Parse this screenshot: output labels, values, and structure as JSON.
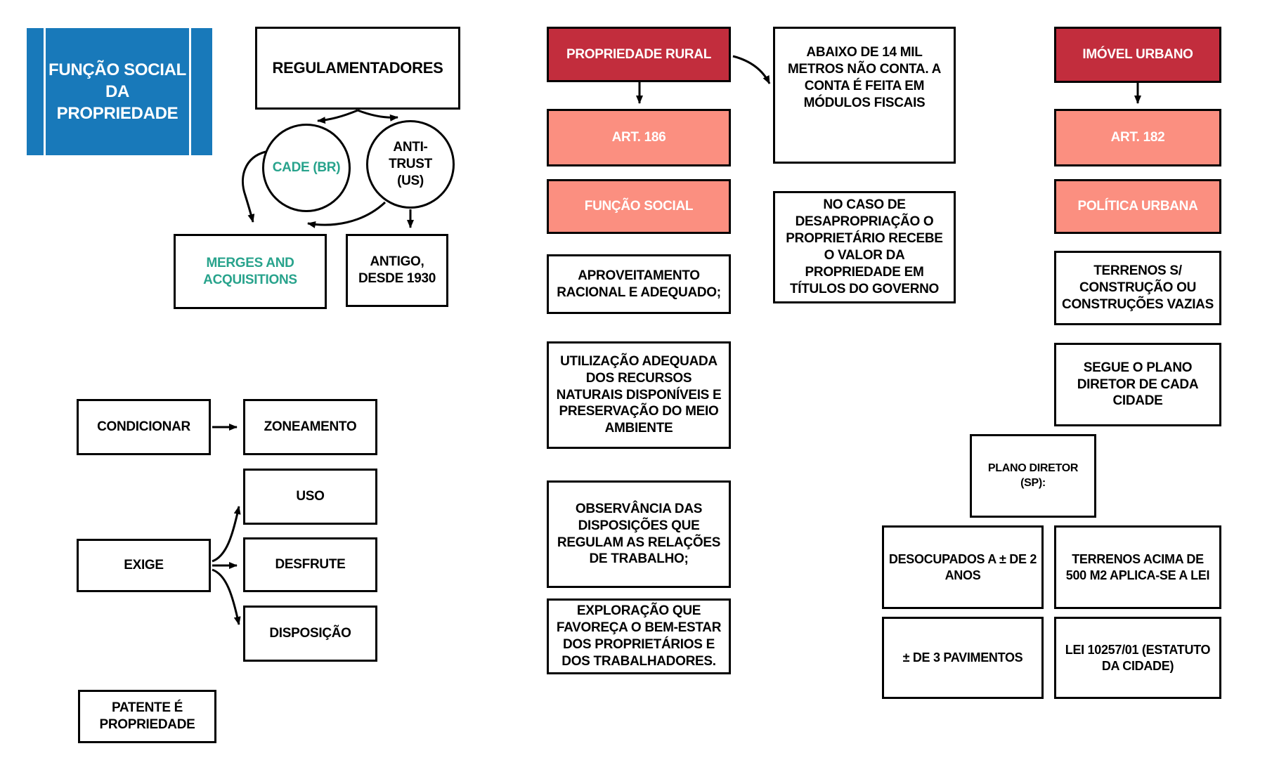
{
  "colors": {
    "blue": "#1879BA",
    "dark_red": "#C22D3D",
    "salmon": "#FB8F80",
    "teal": "#28A38C",
    "black": "#000000"
  },
  "title_card": {
    "label": "FUNÇÃO SOCIAL DA PROPRIEDADE"
  },
  "regulators": {
    "root": "REGULAMENTADORES",
    "cade": "CADE (BR)",
    "antitrust": "ANTI-TRUST (US)",
    "merges": "MERGES AND ACQUISITIONS",
    "antigo": "ANTIGO, DESDE 1930"
  },
  "rural": {
    "title": "PROPRIEDADE RURAL",
    "art": "ART. 186",
    "funcao": "FUNÇÃO SOCIAL",
    "items": [
      "APROVEITAMENTO RACIONAL E ADEQUADO;",
      "UTILIZAÇÃO ADEQUADA DOS RECURSOS NATURAIS DISPONÍVEIS E PRESERVAÇÃO DO MEIO AMBIENTE",
      "OBSERVÂNCIA DAS DISPOSIÇÕES QUE REGULAM AS RELAÇÕES DE TRABALHO;",
      "EXPLORAÇÃO QUE FAVOREÇA O BEM-ESTAR DOS PROPRIETÁRIOS E DOS TRABALHADORES."
    ],
    "note_modulos": "ABAIXO DE 14 MIL METROS NÃO CONTA. A CONTA É FEITA EM MÓDULOS FISCAIS",
    "note_desapropriacao": "NO CASO DE DESAPROPRIAÇÃO O PROPRIETÁRIO RECEBE O VALOR DA PROPRIEDADE EM TÍTULOS DO GOVERNO"
  },
  "urbano": {
    "title": "IMÓVEL URBANO",
    "art": "ART. 182",
    "politica": "POLÍTICA URBANA",
    "terrenos": "TERRENOS S/ CONSTRUÇÃO OU CONSTRUÇÕES VAZIAS",
    "segue": "SEGUE O PLANO DIRETOR DE CADA CIDADE",
    "plano": "PLANO DIRETOR (SP):",
    "grid": [
      "DESOCUPADOS A ± DE 2 ANOS",
      "TERRENOS ACIMA DE 500 M2 APLICA-SE A LEI",
      "± DE 3 PAVIMENTOS",
      "LEI 10257/01 (ESTATUTO DA CIDADE)"
    ]
  },
  "poder": {
    "condicionar": "CONDICIONAR",
    "zoneamento": "ZONEAMENTO",
    "exige": "EXIGE",
    "uso": "USO",
    "desfrute": "DESFRUTE",
    "disposicao": "DISPOSIÇÃO",
    "patente": "PATENTE É PROPRIEDADE"
  }
}
